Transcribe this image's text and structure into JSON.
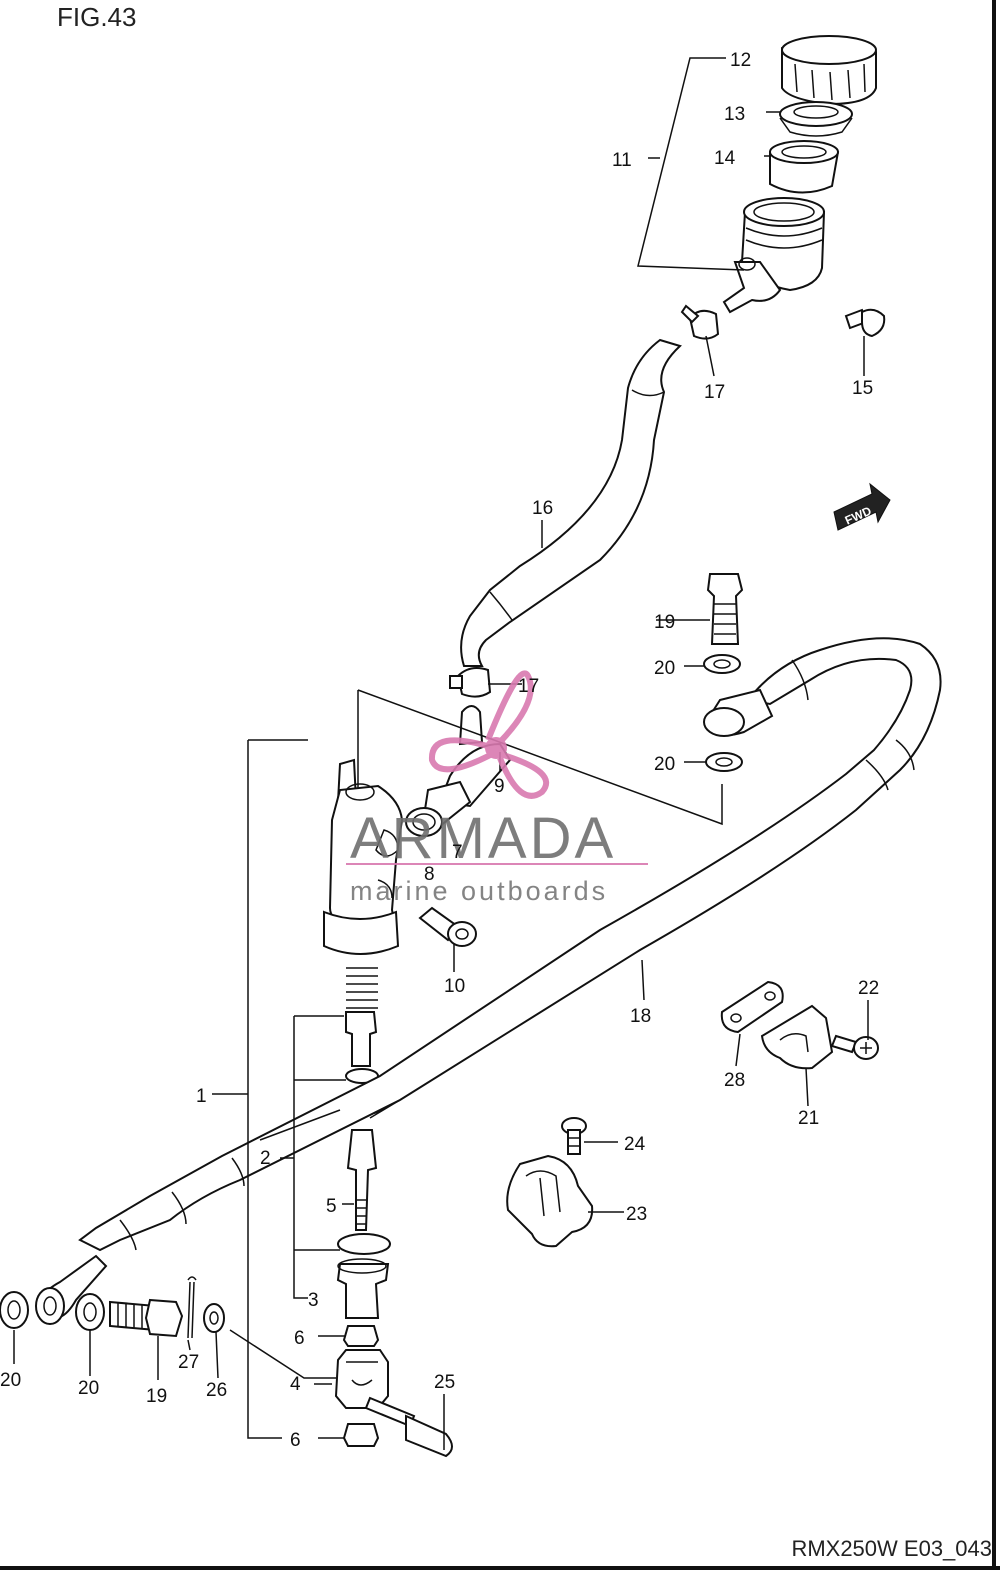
{
  "figure": {
    "title": "FIG.43",
    "code": "RMX250W E03_043"
  },
  "watermark": {
    "brand": "ARMADA",
    "tagline": "marine outboards",
    "logo_color": "#d97ab0"
  },
  "orientation": {
    "arrow_label": "FWD"
  },
  "callouts": [
    "1",
    "2",
    "3",
    "4",
    "5",
    "6",
    "6",
    "7",
    "8",
    "9",
    "10",
    "11",
    "12",
    "13",
    "14",
    "15",
    "16",
    "17",
    "17",
    "18",
    "19",
    "19",
    "20",
    "20",
    "20",
    "20",
    "21",
    "22",
    "23",
    "24",
    "25",
    "26",
    "27",
    "28"
  ]
}
